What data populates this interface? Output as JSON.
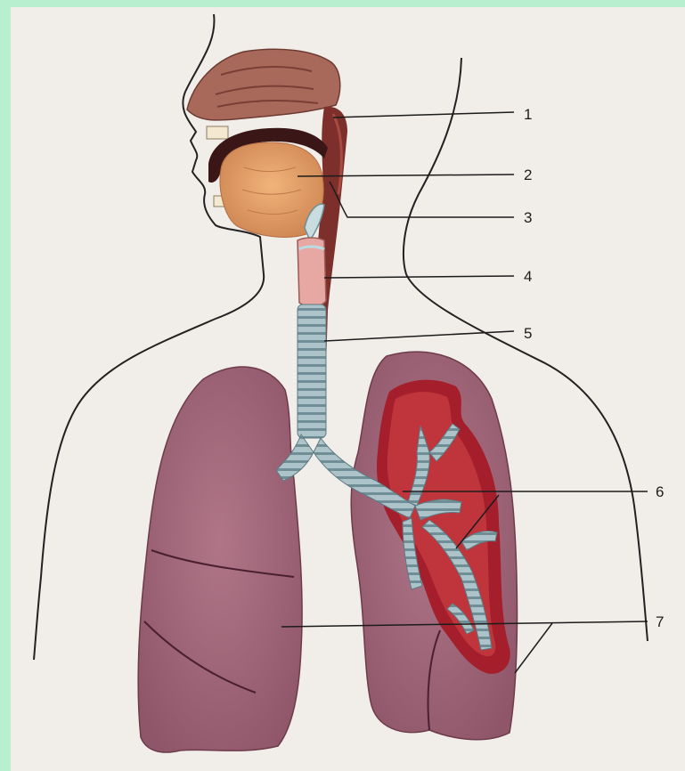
{
  "diagram": {
    "callouts": [
      {
        "id": 1,
        "label": "1"
      },
      {
        "id": 2,
        "label": "2"
      },
      {
        "id": 3,
        "label": "3"
      },
      {
        "id": 4,
        "label": "4"
      },
      {
        "id": 5,
        "label": "5"
      },
      {
        "id": 6,
        "label": "6"
      },
      {
        "id": 7,
        "label": "7"
      }
    ]
  },
  "colors": {
    "page_border": "#b8f0cf",
    "paper": "#f1eee9",
    "lung": "#a0667a",
    "lung_dark": "#8a5063",
    "airway": "#a9c2c8",
    "airway_ring": "#6f8e96",
    "bronchial_tree_bg": "#a41f2b",
    "tongue": "#e3a36a",
    "nasal": "#a76a5d",
    "pharynx": "#7c2f2b",
    "outline": "#222222"
  }
}
